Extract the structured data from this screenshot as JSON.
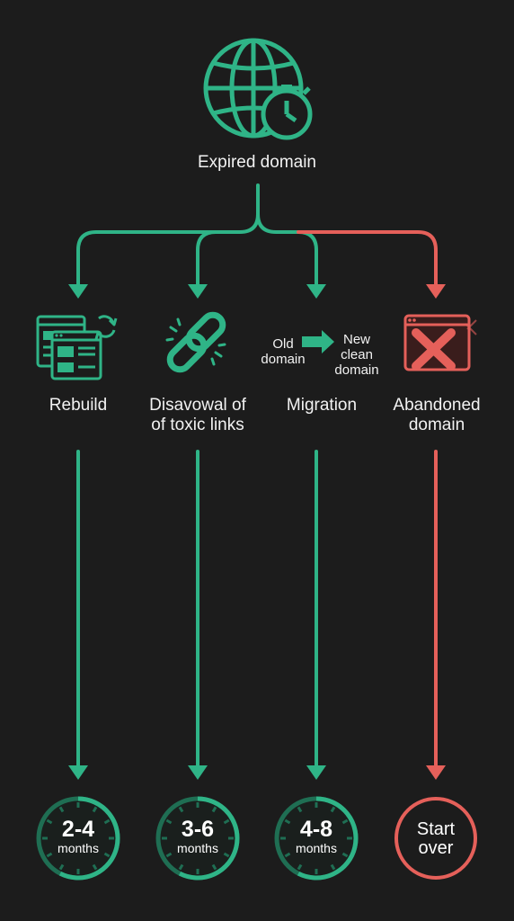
{
  "root": {
    "label": "Expired domain",
    "icon": "globe-stopwatch-icon",
    "color": "#2fb487"
  },
  "colors": {
    "green": "#2fb487",
    "red": "#e5605a",
    "dark_green": "#1f6e53",
    "text": "#f2f2f2"
  },
  "branches": [
    {
      "id": "rebuild",
      "label": [
        "Rebuild"
      ],
      "icon": "website-rebuild-icon",
      "duration": {
        "value": "2-4",
        "unit": "months"
      },
      "color": "green"
    },
    {
      "id": "disavowal",
      "label": [
        "Disavowal of",
        "of toxic links"
      ],
      "icon": "broken-link-icon",
      "duration": {
        "value": "3-6",
        "unit": "months"
      },
      "color": "green"
    },
    {
      "id": "migration",
      "label": [
        "Migration"
      ],
      "icon": "domain-migration-icon",
      "migration": {
        "from": [
          "Old",
          "domain"
        ],
        "to": [
          "New",
          "clean",
          "domain"
        ]
      },
      "duration": {
        "value": "4-8",
        "unit": "months"
      },
      "color": "green"
    },
    {
      "id": "abandoned",
      "label": [
        "Abandoned",
        "domain"
      ],
      "icon": "abandoned-window-icon",
      "duration": {
        "value": "Start",
        "unit": "over"
      },
      "color": "red"
    }
  ]
}
